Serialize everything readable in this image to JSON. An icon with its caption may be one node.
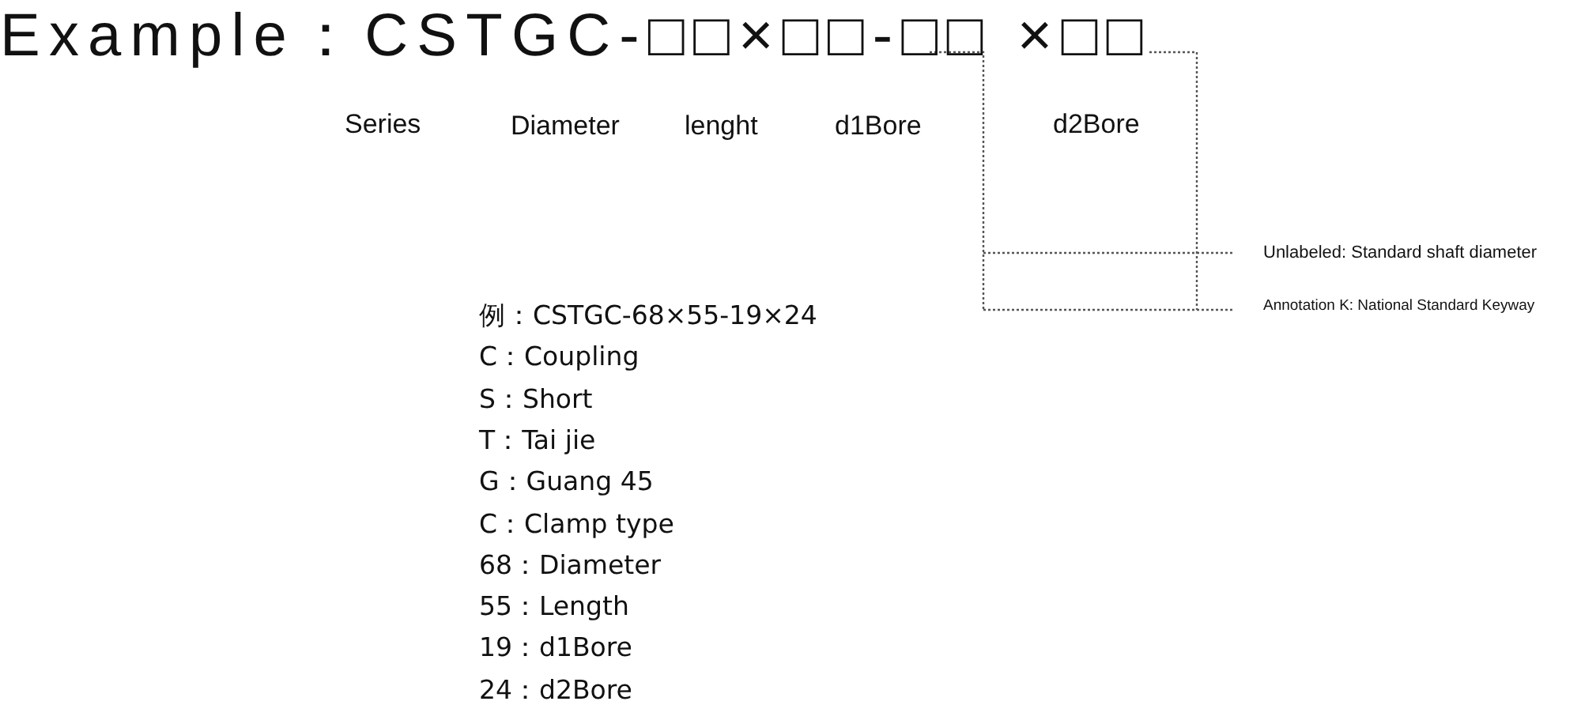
{
  "diagram": {
    "title": "Example：CSTGC-□□×□□-□□ ×□□",
    "labels": [
      "Series",
      "Diameter",
      "lenght",
      "d1Bore",
      "d2Bore",
      "Unlabeled: Standard shaft diameter",
      "Annotation K: National Standard Keyway",
      "例：CSTGC-68×55-19×24",
      "C：Coupling",
      "S：Short",
      "T：Tai jie",
      "G：Guang 45",
      "C：Clamp type",
      "68：Diameter",
      "55：Length",
      "19：d1Bore",
      "24：d2Bore"
    ]
  }
}
